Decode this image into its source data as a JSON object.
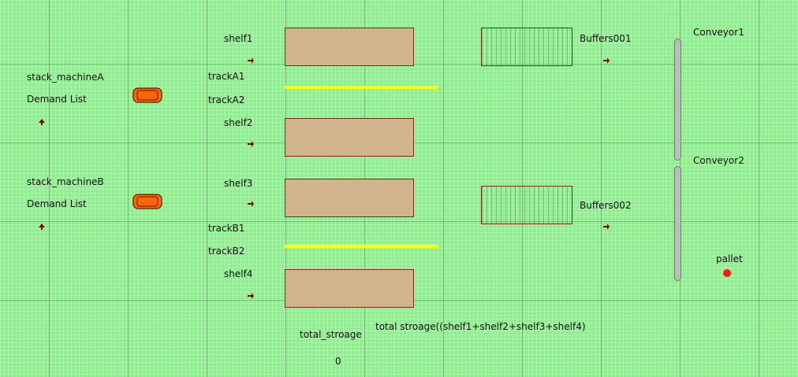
{
  "shelves": {
    "shelf1": "shelf1",
    "shelf2": "shelf2",
    "shelf3": "shelf3",
    "shelf4": "shelf4"
  },
  "tracks": {
    "trackA1": "trackA1",
    "trackA2": "trackA2",
    "trackB1": "trackB1",
    "trackB2": "trackB2"
  },
  "buffers": {
    "buffer1": "Buffers001",
    "buffer2": "Buffers002"
  },
  "conveyors": {
    "conveyor1": "Conveyor1",
    "conveyor2": "Conveyor2"
  },
  "machines": {
    "machineA": "stack_machineA",
    "machineA_list": "Demand List",
    "machineB": "stack_machineB",
    "machineB_list": "Demand List"
  },
  "pallet": {
    "label": "pallet"
  },
  "storage": {
    "total_label": "total_stroage",
    "total_value": "0",
    "formula": "total stroage((shelf1+shelf2+shelf3+shelf4)"
  },
  "colors": {
    "background": "#90ee90",
    "shelf_fill": "#d2b48c",
    "track": "#ffff00",
    "machine": "#ff6600",
    "pallet": "#ff1a1a",
    "arrow": "#8b0000",
    "conveyor": "#bdbdbd"
  },
  "icons": {
    "arrow": "arrow-right-icon",
    "arrow_up": "arrow-up-icon",
    "machine": "stacker-crane-icon",
    "pallet": "pallet-dot-icon"
  }
}
